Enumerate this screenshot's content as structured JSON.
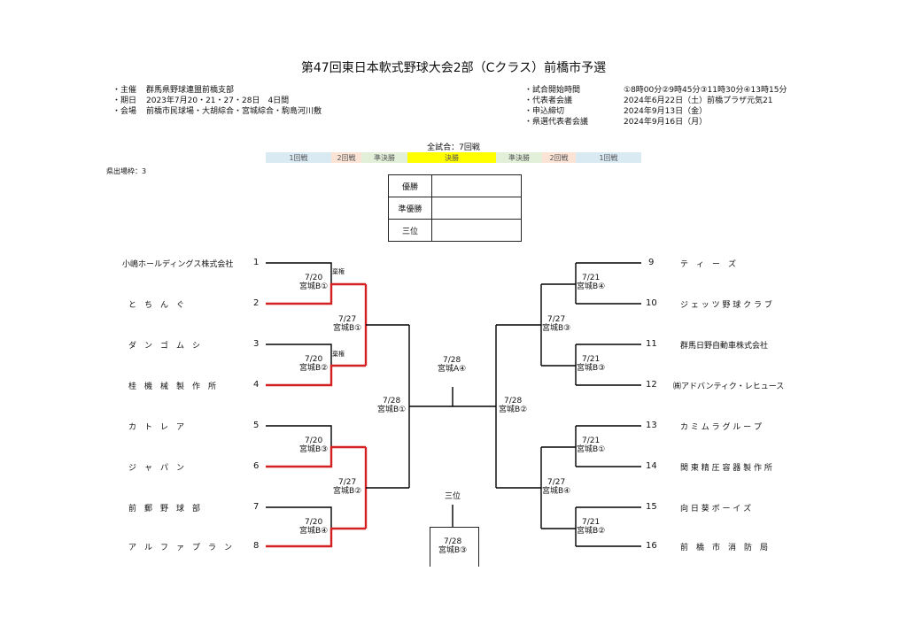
{
  "title": "第47回東日本軟式野球大会2部（Cクラス）前橋市予選",
  "info_left": [
    {
      "key": "・主催",
      "value": "群馬県野球連盟前橋支部"
    },
    {
      "key": "・期日",
      "value": "2023年7月20・21・27・28日　4日間"
    },
    {
      "key": "・会場",
      "value": "前橋市民球場・大胡綜合・宮城綜合・駒島河川敷"
    }
  ],
  "info_right": [
    {
      "key": "・試合開始時間",
      "value": "①8時00分②9時45分③11時30分④13時15分"
    },
    {
      "key": "・代表者会議",
      "value": "2024年6月22日（土）前橋プラザ元気21"
    },
    {
      "key": "・申込締切",
      "value": "2024年9月13日（金）"
    },
    {
      "key": "・県選代表者会議",
      "value": "2024年9月16日（月）"
    }
  ],
  "summary": "全試合：7回戦",
  "rounds": [
    {
      "label": "1回戦",
      "color": "#d9eaf3"
    },
    {
      "label": "2回戦",
      "color": "#fbe3d6"
    },
    {
      "label": "準決勝",
      "color": "#e2efd9"
    },
    {
      "label": "決勝",
      "color": "#ffff00"
    },
    {
      "label": "準決勝",
      "color": "#e2efd9"
    },
    {
      "label": "2回戦",
      "color": "#fbe3d6"
    },
    {
      "label": "1回戦",
      "color": "#d9eaf3"
    }
  ],
  "pref_slots": "県出場枠：3",
  "results": [
    {
      "label": "優勝",
      "value": ""
    },
    {
      "label": "準優勝",
      "value": ""
    },
    {
      "label": "三位",
      "value": ""
    }
  ],
  "teams_left": [
    {
      "num": "1",
      "name": "小嶋ホールディングス株式会社"
    },
    {
      "num": "2",
      "name": "と　ち　ん　ぐ"
    },
    {
      "num": "3",
      "name": "ダ　ン　ゴ　ム　シ"
    },
    {
      "num": "4",
      "name": "桂　機　械　製　作　所"
    },
    {
      "num": "5",
      "name": "カ　ト　レ　ア"
    },
    {
      "num": "6",
      "name": "ジ　ャ　パ　ン"
    },
    {
      "num": "7",
      "name": "前　郵　野　球　部"
    },
    {
      "num": "8",
      "name": "ア　ル　フ　ァ　プ　ラ　ン"
    }
  ],
  "teams_right": [
    {
      "num": "9",
      "name": "テ　ィ　ー　ズ"
    },
    {
      "num": "10",
      "name": "ジ ェ ッ ツ 野 球 ク ラ ブ"
    },
    {
      "num": "11",
      "name": "群馬日野自動車株式会社"
    },
    {
      "num": "12",
      "name": "㈱アドバンティク・レヒュース"
    },
    {
      "num": "13",
      "name": "カ ミ ム ラ グ ル ー プ"
    },
    {
      "num": "14",
      "name": "関 東 精 圧 容 器 製 作 所"
    },
    {
      "num": "15",
      "name": "向 日 葵 ボ ー イ ズ"
    },
    {
      "num": "16",
      "name": "前　橋　市　消　防　局"
    }
  ],
  "matches": {
    "l1a": {
      "date": "7/20",
      "venue": "宮城B①",
      "note": "棄権"
    },
    "l1b": {
      "date": "7/20",
      "venue": "宮城B②",
      "note": "棄権"
    },
    "l1c": {
      "date": "7/20",
      "venue": "宮城B③"
    },
    "l1d": {
      "date": "7/20",
      "venue": "宮城B④"
    },
    "l2a": {
      "date": "7/27",
      "venue": "宮城B①"
    },
    "l2b": {
      "date": "7/27",
      "venue": "宮城B②"
    },
    "l3": {
      "date": "7/28",
      "venue": "宮城B①"
    },
    "final": {
      "date": "7/28",
      "venue": "宮城A④"
    },
    "r3": {
      "date": "7/28",
      "venue": "宮城B②"
    },
    "r2a": {
      "date": "7/27",
      "venue": "宮城B③"
    },
    "r2b": {
      "date": "7/27",
      "venue": "宮城B④"
    },
    "r1a": {
      "date": "7/21",
      "venue": "宮城B④"
    },
    "r1b": {
      "date": "7/21",
      "venue": "宮城B③"
    },
    "r1c": {
      "date": "7/21",
      "venue": "宮城B①"
    },
    "r1d": {
      "date": "7/21",
      "venue": "宮城B②"
    },
    "third": {
      "label": "三位",
      "date": "7/28",
      "venue": "宮城B③"
    }
  },
  "colors": {
    "line": "#000000",
    "winner": "#d42020"
  }
}
